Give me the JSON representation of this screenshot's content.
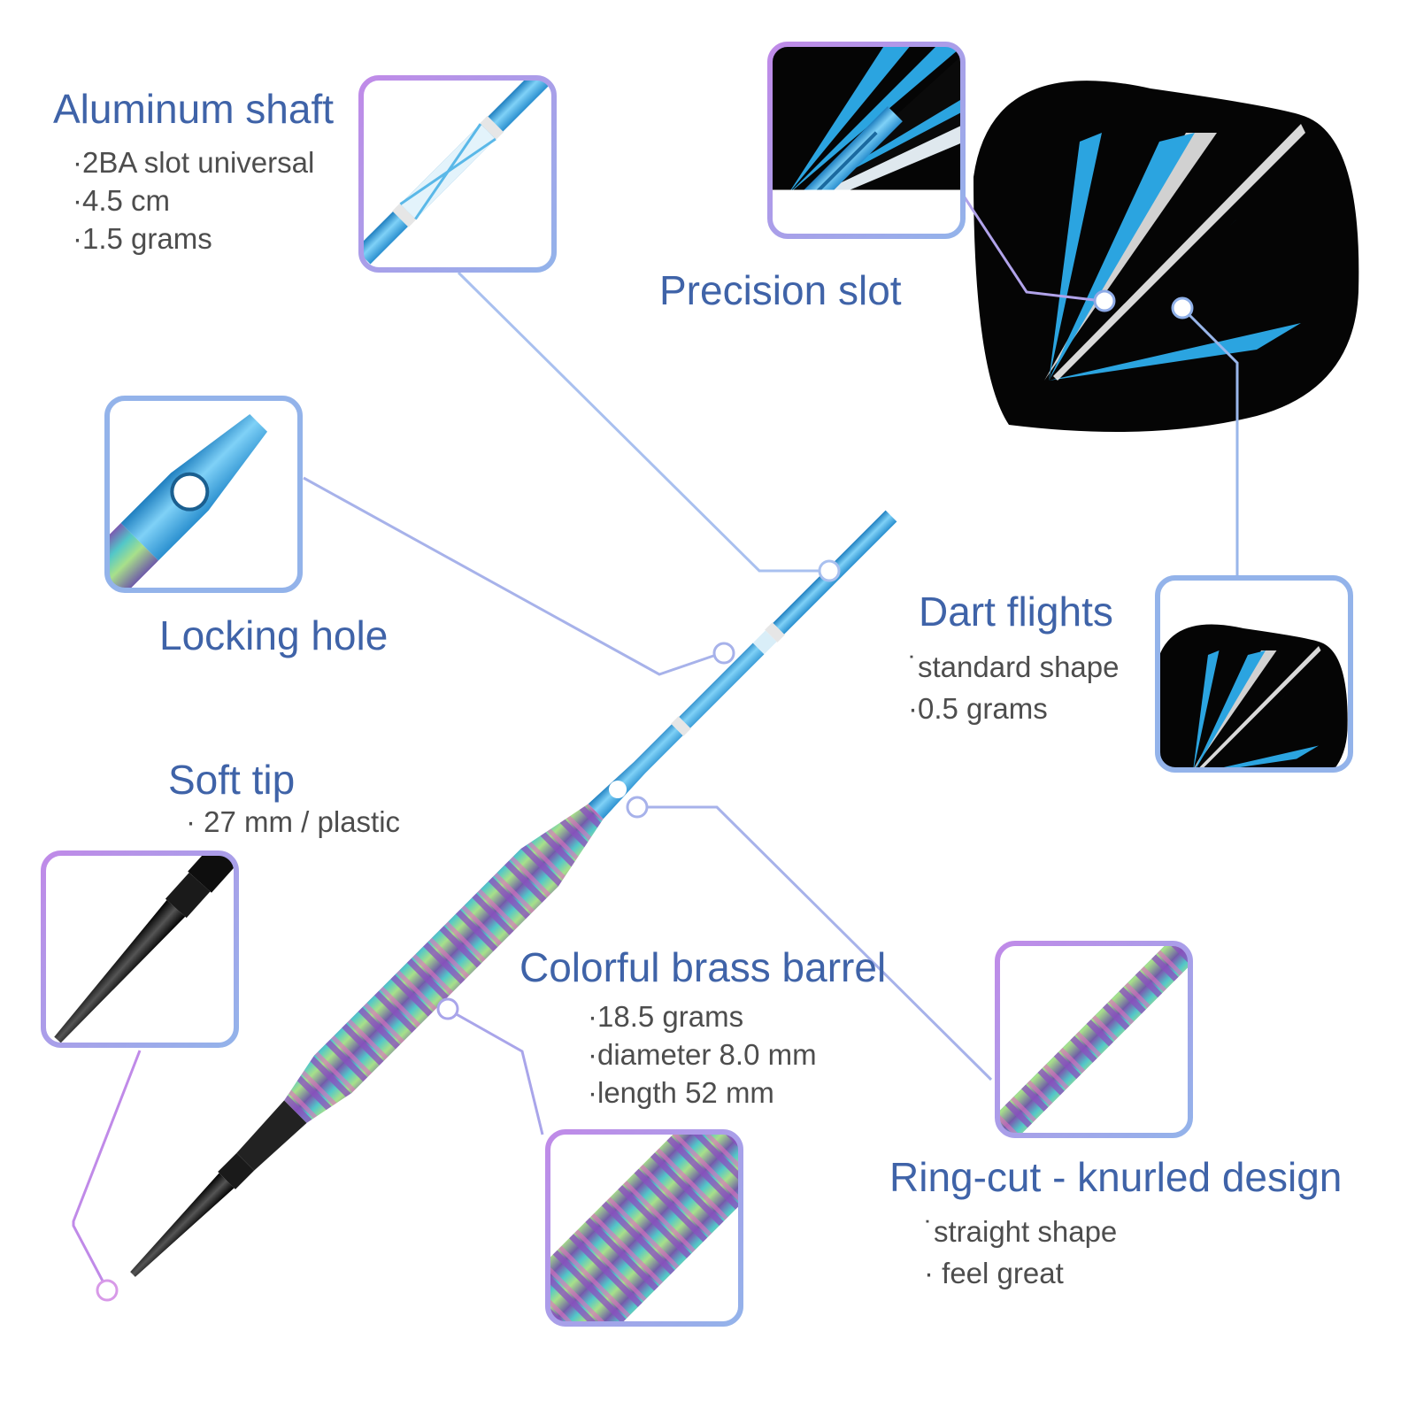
{
  "colors": {
    "title": "#3f63a8",
    "body": "#4d4d4d",
    "callout_blue": "#98b6ea",
    "callout_purple": "#b98ae6",
    "shaft_blue": "#3fa6dd",
    "flight_black": "#050505",
    "tip_black": "#111111"
  },
  "features": {
    "aluminum_shaft": {
      "title": "Aluminum shaft",
      "bullets": [
        "·2BA slot universal",
        "·4.5 cm",
        "·1.5 grams"
      ]
    },
    "precision_slot": {
      "title": "Precision slot"
    },
    "locking_hole": {
      "title": "Locking hole"
    },
    "dart_flights": {
      "title": "Dart flights",
      "bullets": [
        "˙standard shape",
        "·0.5 grams"
      ]
    },
    "soft_tip": {
      "title": "Soft tip",
      "bullets": [
        "· 27 mm / plastic"
      ]
    },
    "brass_barrel": {
      "title": "Colorful brass barrel",
      "bullets": [
        "·18.5 grams",
        "·diameter 8.0 mm",
        "·length 52 mm"
      ]
    },
    "ring_cut": {
      "title": "Ring-cut - knurled design",
      "bullets": [
        "˙straight shape",
        "· feel great"
      ]
    }
  },
  "image_parts": [
    "dart",
    "flight",
    "shaft",
    "barrel",
    "soft-tip",
    "zoom-inset",
    "callout-line",
    "callout-dot"
  ]
}
